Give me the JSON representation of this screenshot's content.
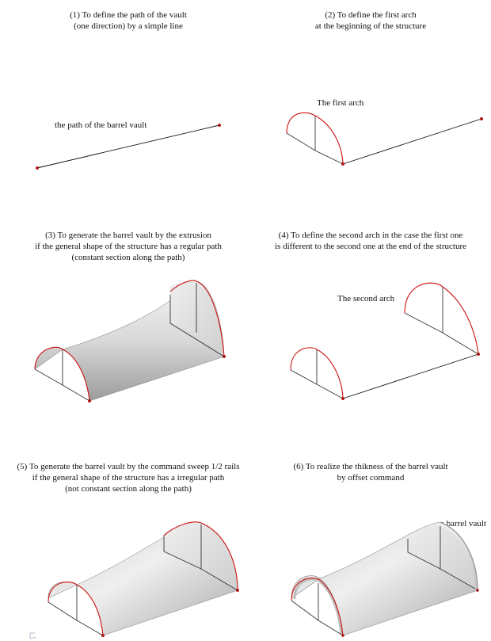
{
  "steps": [
    {
      "lines": [
        "(1) To define the path of the vault",
        "(one direction) by a simple line"
      ]
    },
    {
      "lines": [
        "(2) To define the first arch",
        "at the beginning of the structure"
      ]
    },
    {
      "lines": [
        "(3) To generate the barrel vault by the extrusion",
        "if the general shape of the structure has a regular path",
        "(constant section along the path)"
      ]
    },
    {
      "lines": [
        "(4) To define the second arch in the case the first one",
        "is different to the second one at the end of the structure"
      ]
    },
    {
      "lines": [
        "(5) To generate the barrel vault by the command sweep 1/2 rails",
        "if the general shape of the structure has a irregular path",
        "(not constant section along the path)"
      ]
    },
    {
      "lines": [
        "(6) To realize the thikness of the barrel vault",
        "by offset command"
      ]
    }
  ],
  "labels": {
    "path": "the path of the barrel vault",
    "first_arch": "The first arch",
    "second_arch": "The second arch",
    "barrel_vault": "a barrel vault",
    "c_mark": "C"
  },
  "colors": {
    "arch": "#cc1111",
    "line": "#111111"
  }
}
